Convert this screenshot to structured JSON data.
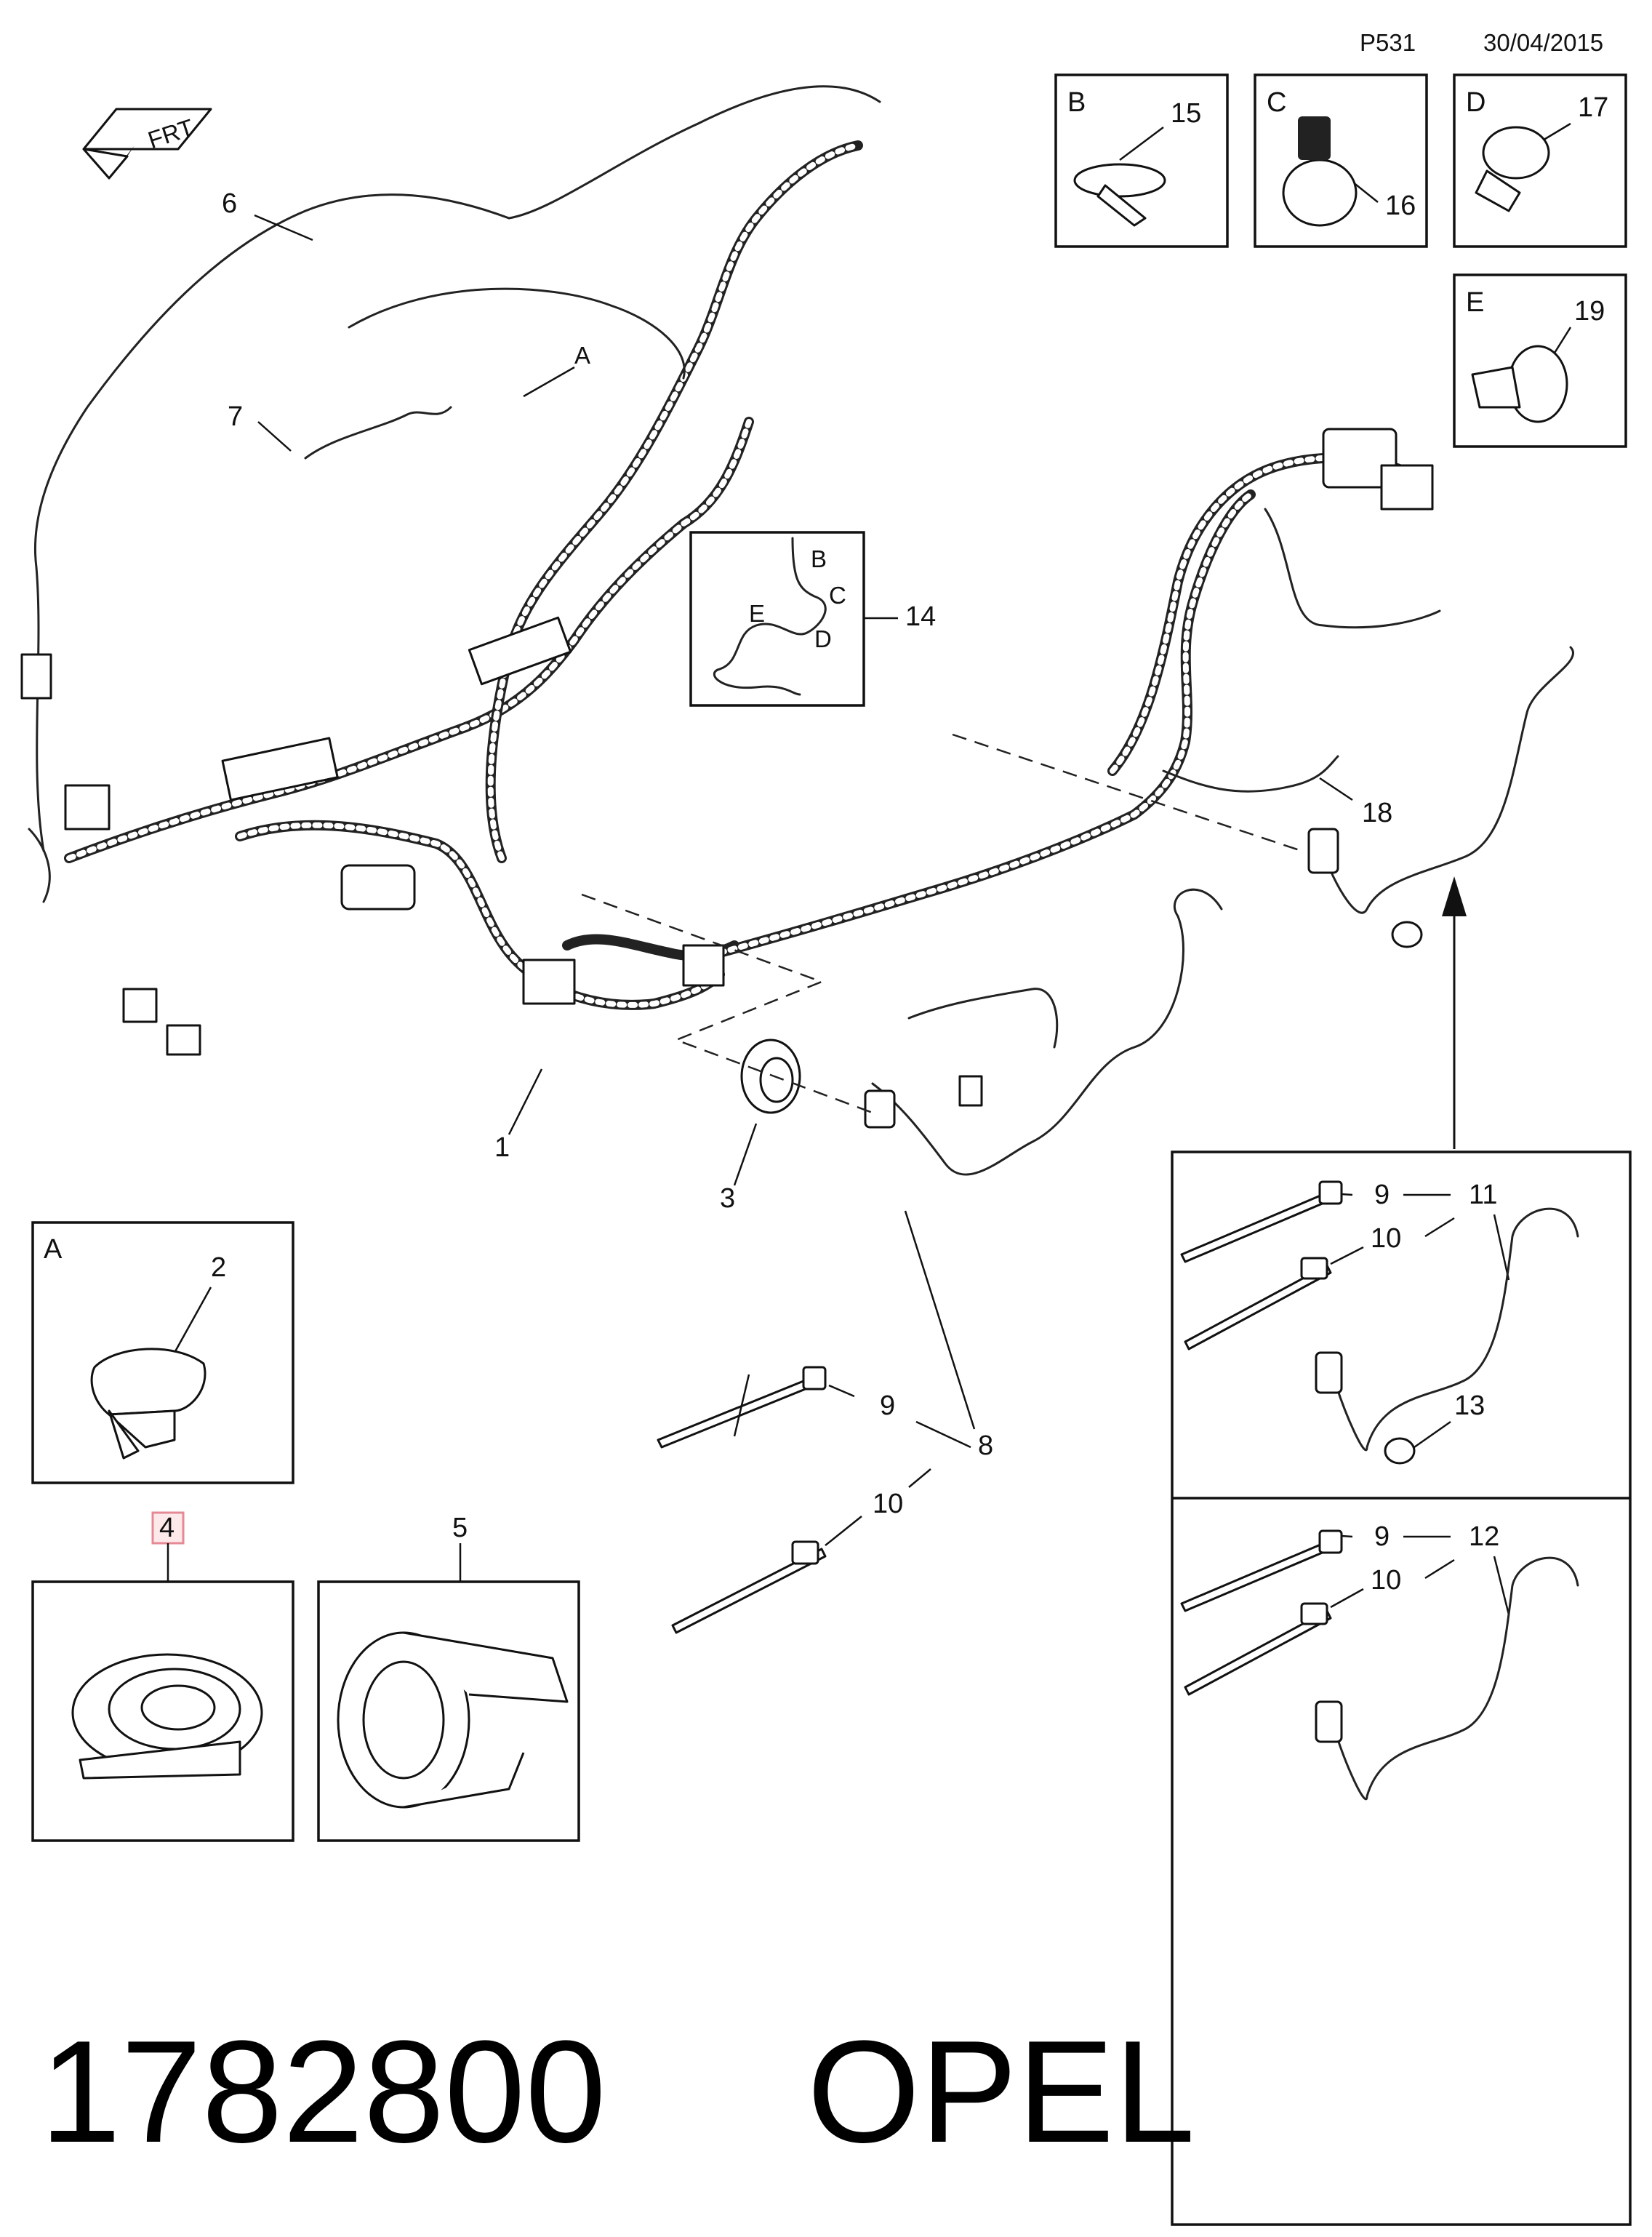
{
  "header": {
    "page_code": "P531",
    "date": "30/04/2015"
  },
  "orientation": {
    "label": "FRT",
    "icon": "front-arrow-icon"
  },
  "footer": {
    "part_number": "1782800",
    "brand": "OPEL"
  },
  "callouts": {
    "c1": "1",
    "c2": "2",
    "c3": "3",
    "c4": "4",
    "c5": "5",
    "c6": "6",
    "c7": "7",
    "c8": "8",
    "c9": "9",
    "c10": "10",
    "c11": "11",
    "c12": "12",
    "c13": "13",
    "c14": "14",
    "c15": "15",
    "c16": "16",
    "c17": "17",
    "c18": "18",
    "c19": "19"
  },
  "detail_letters": {
    "a": "A",
    "b": "B",
    "c": "C",
    "d": "D",
    "e": "E"
  },
  "colors": {
    "highlight_fill": "#fde9ea",
    "highlight_stroke": "#e58a95",
    "line": "#111111"
  }
}
